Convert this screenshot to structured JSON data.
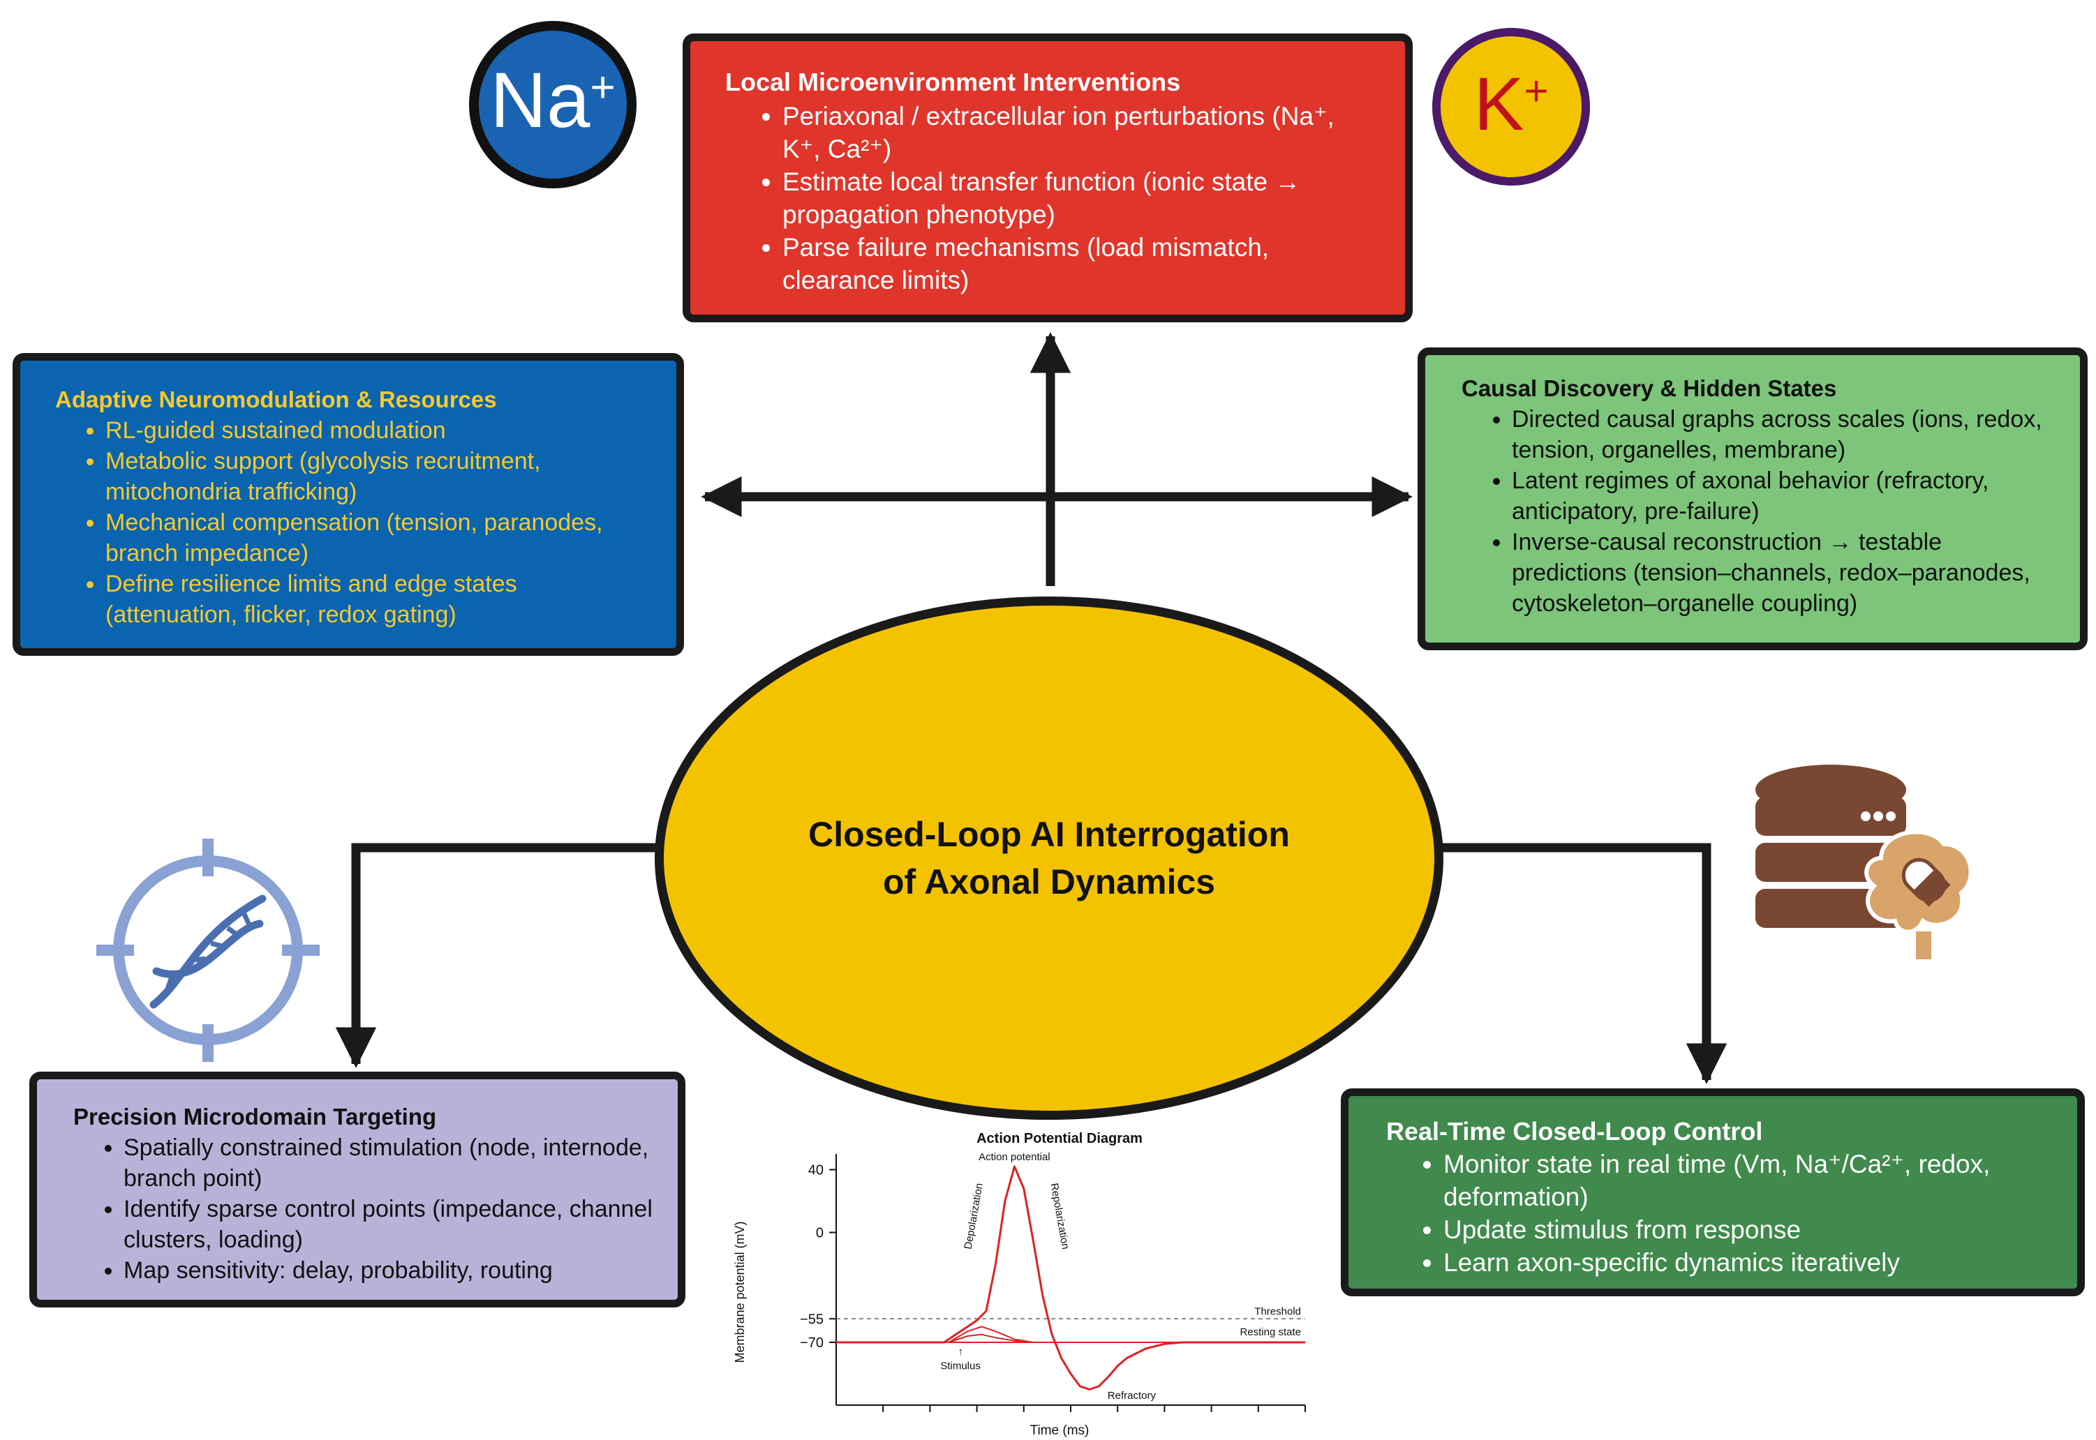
{
  "center": {
    "line1": "Closed-Loop AI Interrogation",
    "line2": "of Axonal Dynamics"
  },
  "top_box": {
    "title": "Local Microenvironment Interventions",
    "items": [
      "Periaxonal / extracellular ion perturbations (Na⁺, K⁺, Ca²⁺)",
      "Estimate local transfer function (ionic state → propagation phenotype)",
      "Parse failure mechanisms (load mismatch, clearance limits)"
    ]
  },
  "left_box": {
    "title": "Adaptive Neuromodulation & Resources",
    "items": [
      "RL-guided sustained modulation",
      "Metabolic support (glycolysis recruitment, mitochondria trafficking)",
      "Mechanical compensation (tension, paranodes, branch impedance)",
      "Define resilience limits and edge states (attenuation, flicker, redox gating)"
    ]
  },
  "right_box": {
    "title": "Causal Discovery & Hidden States",
    "items": [
      "Directed causal graphs across scales (ions, redox, tension, organelles, membrane)",
      "Latent regimes of axonal behavior (refractory, anticipatory, pre-failure)",
      "Inverse-causal reconstruction → testable predictions (tension–channels, redox–paranodes, cytoskeleton–organelle coupling)"
    ]
  },
  "bottom_left_box": {
    "title": "Precision Microdomain Targeting",
    "items": [
      "Spatially constrained stimulation (node, internode, branch point)",
      "Identify sparse control points (impedance, channel clusters, loading)",
      "Map sensitivity: delay, probability, routing"
    ]
  },
  "bottom_right_box": {
    "title": "Real-Time Closed-Loop Control",
    "items": [
      "Monitor state in real time (Vm, Na⁺/Ca²⁺, redox, deformation)",
      "Update stimulus from response",
      "Learn axon-specific dynamics iteratively"
    ]
  },
  "icons": {
    "na_badge": {
      "base": "Na",
      "sup": "+",
      "name": "sodium-ion-icon",
      "fill": "#1a63b3",
      "ring": "#111111"
    },
    "k_badge": {
      "base": "K",
      "sup": "+",
      "name": "potassium-ion-icon",
      "fill": "#f4c300",
      "ring": "#4b1a68",
      "text": "#c0121a"
    },
    "dna_target": "dna-target-icon",
    "database_brain": "database-brain-icon"
  },
  "colors": {
    "top": "#e0352b",
    "left": "#0a64b0",
    "left_text": "#f5c92d",
    "right": "#7cc57a",
    "bottom_left": "#b9b2d8",
    "bottom_right": "#3f8a4c",
    "center": "#f4c300",
    "border": "#1a1a1a",
    "curve": "#e02020"
  },
  "chart_data": {
    "type": "line",
    "title": "Action Potential Diagram",
    "xlabel": "Time (ms)",
    "ylabel": "Membrane potential (mV)",
    "y_ticks": [
      "40",
      "0",
      "−55",
      "−70"
    ],
    "ylim": [
      -110,
      50
    ],
    "xlim": [
      0,
      10
    ],
    "x_ticks_count": 10,
    "series": [
      {
        "x": [
          0,
          2.3,
          2.8,
          3.0,
          3.2,
          3.4,
          3.6,
          3.8,
          4.0,
          4.2,
          4.4,
          4.6,
          4.8,
          5.0,
          5.2,
          5.4,
          5.6,
          5.8,
          6.0,
          6.2,
          6.6,
          7.0,
          7.4,
          8.0,
          10
        ],
        "y": [
          -70,
          -70,
          -60,
          -56,
          -50,
          -20,
          20,
          42,
          28,
          -5,
          -40,
          -65,
          -80,
          -90,
          -98,
          -100,
          -98,
          -92,
          -85,
          -80,
          -74,
          -71,
          -70,
          -70,
          -70
        ]
      },
      {
        "x": [
          0,
          2.4,
          2.8,
          3.1,
          3.4,
          3.8,
          4.2,
          10
        ],
        "y": [
          -70,
          -70,
          -63,
          -60,
          -63,
          -68,
          -70,
          -70
        ]
      },
      {
        "x": [
          0,
          2.4,
          2.8,
          3.1,
          3.4,
          3.8,
          4.2,
          10
        ],
        "y": [
          -70,
          -70,
          -66,
          -65,
          -67,
          -69,
          -70,
          -70
        ]
      }
    ],
    "threshold": -55,
    "resting": -70,
    "annotations": [
      "Action potential",
      "Depolarization",
      "Repolarization",
      "Threshold",
      "Resting state",
      "Stimulus",
      "Refractory"
    ]
  }
}
